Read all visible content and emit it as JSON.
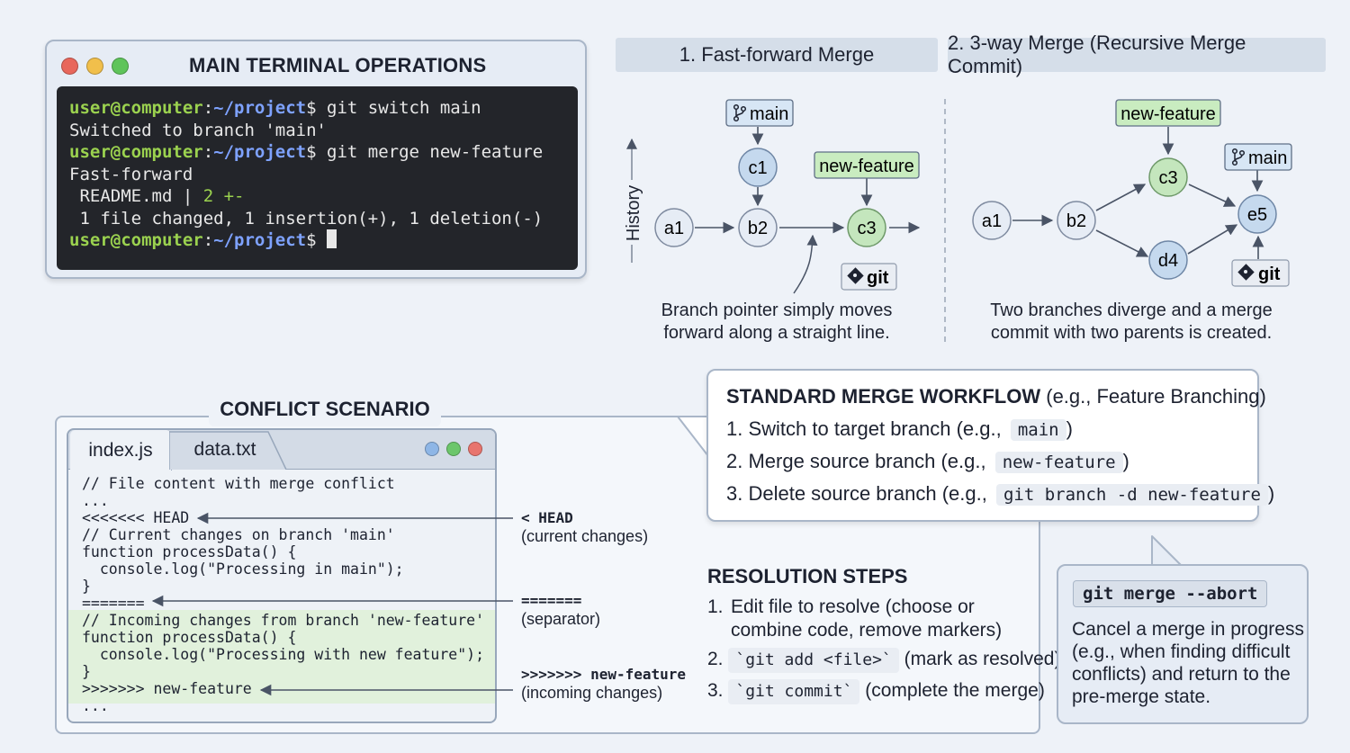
{
  "terminal": {
    "title": "MAIN TERMINAL OPERATIONS",
    "prompt_user": "user@computer",
    "prompt_path": "~/project",
    "lines": [
      {
        "kind": "cmd",
        "text": "git switch main"
      },
      {
        "kind": "out",
        "text": "Switched to branch 'main'"
      },
      {
        "kind": "cmd",
        "text": "git merge new-feature"
      },
      {
        "kind": "out",
        "text": "Fast-forward"
      },
      {
        "kind": "stat",
        "file": " README.md | ",
        "count": "2 ",
        "plusminus": "+-"
      },
      {
        "kind": "out",
        "text": " 1 file changed, 1 insertion(+), 1 deletion(-)"
      },
      {
        "kind": "prompt"
      }
    ]
  },
  "ff": {
    "header": "1. Fast-forward Merge",
    "history_label": "History",
    "nodes": [
      "a1",
      "b2",
      "c1",
      "c3"
    ],
    "label_main": "main",
    "label_feature": "new-feature",
    "git_badge": "git",
    "caption_line1": "Branch pointer simply moves",
    "caption_line2": "forward along a straight line."
  },
  "three_way": {
    "header": "2. 3-way Merge (Recursive Merge Commit)",
    "nodes": [
      "a1",
      "b2",
      "c3",
      "d4",
      "e5"
    ],
    "label_main": "main",
    "label_feature": "new-feature",
    "git_badge": "git",
    "caption_line1": "Two branches diverge and a merge",
    "caption_line2": "commit with two parents is created."
  },
  "conflict": {
    "title": "CONFLICT SCENARIO",
    "tabs": [
      "index.js",
      "data.txt"
    ],
    "code": [
      "// File content with merge conflict",
      "...",
      "<<<<<<< HEAD",
      "// Current changes on branch 'main'",
      "function processData() {",
      "  console.log(\"Processing in main\");",
      "}",
      "=======",
      "// Incoming changes from branch 'new-feature'",
      "function processData() {",
      "  console.log(\"Processing with new feature\");",
      "}",
      ">>>>>>> new-feature",
      "..."
    ],
    "annotations": {
      "head_marker": "< HEAD",
      "head_desc": "(current changes)",
      "sep_marker": "=======",
      "sep_desc": "(separator)",
      "in_marker": ">>>>>>> new-feature",
      "in_desc": "(incoming changes)"
    }
  },
  "workflow": {
    "title_bold": "STANDARD MERGE WORKFLOW",
    "title_rest": " (e.g., Feature Branching)",
    "steps": [
      {
        "text": "1. Switch to target branch (e.g., ",
        "code": "main",
        "end": ")"
      },
      {
        "text": "2. Merge source branch (e.g., ",
        "code": "new-feature",
        "end": ")"
      },
      {
        "text": "3. Delete source branch (e.g., ",
        "code": "git branch -d new-feature",
        "end": ")"
      }
    ]
  },
  "resolution": {
    "title": "RESOLUTION STEPS",
    "step1_num": "1.",
    "step1_line1": "Edit file to resolve (choose or",
    "step1_line2": "combine code, remove markers)",
    "step2_num": "2.",
    "step2_code": "`git add <file>`",
    "step2_text": " (mark as resolved)",
    "step3_num": "3.",
    "step3_code": "`git commit`",
    "step3_text": " (complete the merge)"
  },
  "abort": {
    "command": "git merge --abort",
    "description": "Cancel a merge in progress (e.g., when finding difficult conflicts) and return to the pre-merge state."
  },
  "colors": {
    "node_blue": "#c5d9ee",
    "node_green": "#c4e6bd",
    "label_blue": "#d7e6f5",
    "label_green": "#c9ecc0",
    "terminal_bg": "#23252a",
    "prompt_green": "#9bd24f",
    "prompt_blue": "#7ea2ff",
    "incoming_green": "#e1f1dc"
  }
}
